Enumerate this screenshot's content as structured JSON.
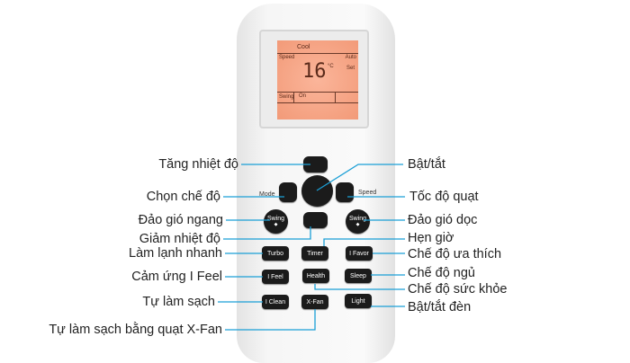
{
  "lcd": {
    "mode": "Cool",
    "speed": "Speed",
    "auto": "Auto",
    "temp": "16",
    "unit": "°C",
    "set": "Set",
    "swing": "Swing",
    "swing_value": "On"
  },
  "remote": {
    "mode_label": "Mode",
    "speed_label": "Speed",
    "swing_left": "Swing",
    "swing_right": "Swing",
    "buttons": [
      "Turbo",
      "Timer",
      "I Favor",
      "I Feel",
      "Health",
      "Sleep",
      "I Clean",
      "X-Fan",
      "Light"
    ]
  },
  "labels_left": [
    "Tăng nhiệt độ",
    "Chọn chế độ",
    "Đảo gió ngang",
    "Giảm nhiệt độ",
    "Làm lạnh nhanh",
    "Cảm ứng I Feel",
    "Tự làm sạch",
    "Tự làm sạch bằng quạt X-Fan"
  ],
  "labels_right": [
    "Bật/tắt",
    "Tốc độ quạt",
    "Đảo gió dọc",
    "Hẹn giờ",
    "Chế độ ưa thích",
    "Chế độ ngủ",
    "Chế độ sức khỏe",
    "Bật/tắt đèn"
  ],
  "colors": {
    "leader_line": "#1a9fd6",
    "lcd": "#f4a384",
    "button": "#1b1b1b"
  }
}
